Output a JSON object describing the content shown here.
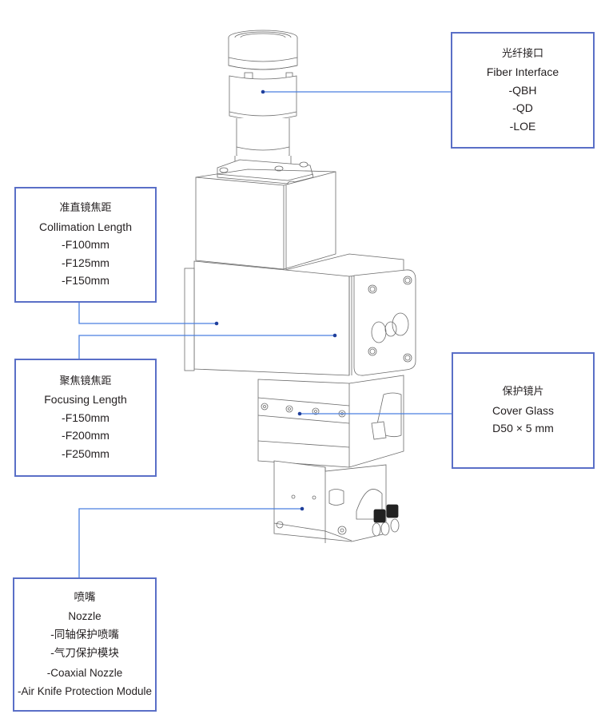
{
  "diagram": {
    "title": "Laser cutting head component callouts",
    "leader_color": "#4a7fe0",
    "dot_color": "#1f3f9c",
    "box_border_color": "#5a6fc7",
    "line_art_color": "#6b6b6b"
  },
  "callouts": {
    "fiber_interface": {
      "lines": [
        "光纤接口",
        "Fiber Interface",
        "-QBH",
        "-QD",
        "-LOE"
      ]
    },
    "collimation_length": {
      "lines": [
        "准直镜焦距",
        "Collimation Length",
        "-F100mm",
        "-F125mm",
        "-F150mm"
      ]
    },
    "focusing_length": {
      "lines": [
        "聚焦镜焦距",
        "Focusing Length",
        "-F150mm",
        "-F200mm",
        "-F250mm"
      ]
    },
    "cover_glass": {
      "lines": [
        "保护镜片",
        "Cover Glass",
        "D50 × 5 mm"
      ]
    },
    "nozzle": {
      "lines": [
        "喷嘴",
        "Nozzle",
        "-同轴保护喷嘴",
        "-气刀保护模块",
        "-Coaxial Nozzle",
        "-Air Knife Protection Module"
      ]
    }
  }
}
